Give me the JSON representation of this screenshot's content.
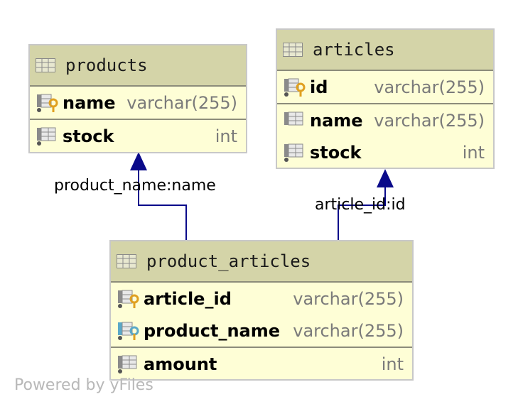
{
  "tables": {
    "products": {
      "name": "products",
      "columns": [
        {
          "name": "name",
          "type": "varchar(255)"
        },
        {
          "name": "stock",
          "type": "int"
        }
      ]
    },
    "articles": {
      "name": "articles",
      "columns": [
        {
          "name": "id",
          "type": "varchar(255)"
        },
        {
          "name": "name",
          "type": "varchar(255)"
        },
        {
          "name": "stock",
          "type": "int"
        }
      ]
    },
    "product_articles": {
      "name": "product_articles",
      "columns": [
        {
          "name": "article_id",
          "type": "varchar(255)"
        },
        {
          "name": "product_name",
          "type": "varchar(255)"
        },
        {
          "name": "amount",
          "type": "int"
        }
      ]
    }
  },
  "relations": {
    "product_name_fk": "product_name:name",
    "article_id_fk": "article_id:id"
  },
  "watermark": "Powered by yFiles",
  "colors": {
    "header": "#d4d4a8",
    "body": "#fefed6",
    "edge": "#0a0a8a",
    "key": "#e0a020"
  }
}
